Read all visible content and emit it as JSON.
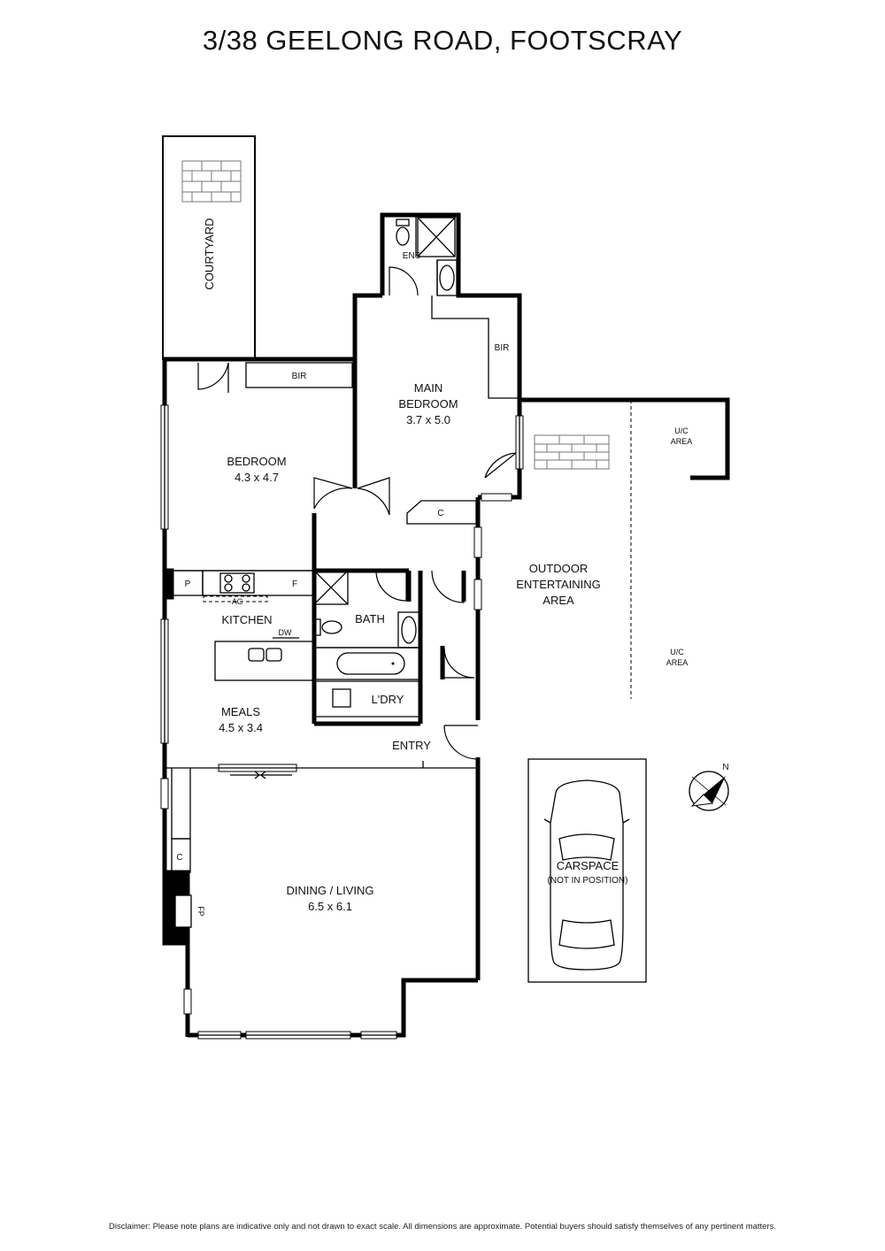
{
  "title": "3/38 GEELONG ROAD, FOOTSCRAY",
  "rooms": {
    "courtyard": "COURTYARD",
    "ensuite": "ENS",
    "bir_main": "BIR",
    "bir_bedroom": "BIR",
    "main_bedroom_line1": "MAIN",
    "main_bedroom_line2": "BEDROOM",
    "main_bedroom_size": "3.7 x 5.0",
    "bedroom": "BEDROOM",
    "bedroom_size": "4.3 x 4.7",
    "cupboard_hall": "C",
    "pantry": "P",
    "fridge": "F",
    "aircon": "AC",
    "kitchen": "KITCHEN",
    "dishwasher": "DW",
    "bath": "BATH",
    "laundry": "L'DRY",
    "meals": "MEALS",
    "meals_size": "4.5 x 3.4",
    "entry": "ENTRY",
    "outdoor_line1": "OUTDOOR",
    "outdoor_line2": "ENTERTAINING",
    "outdoor_line3": "AREA",
    "uc_area_top_line1": "U/C",
    "uc_area_top_line2": "AREA",
    "uc_area_bottom_line1": "U/C",
    "uc_area_bottom_line2": "AREA",
    "cupboard_living": "C",
    "fireplace": "FP",
    "dining_living": "DINING / LIVING",
    "dining_living_size": "6.5 x 6.1",
    "carspace": "CARSPACE",
    "carspace_note": "(NOT IN POSITION)"
  },
  "compass": {
    "label": "N"
  },
  "disclaimer": "Disclaimer: Please note plans are indicative only and not drawn to exact scale. All dimensions are approximate. Potential buyers should satisfy themselves of any pertinent matters."
}
